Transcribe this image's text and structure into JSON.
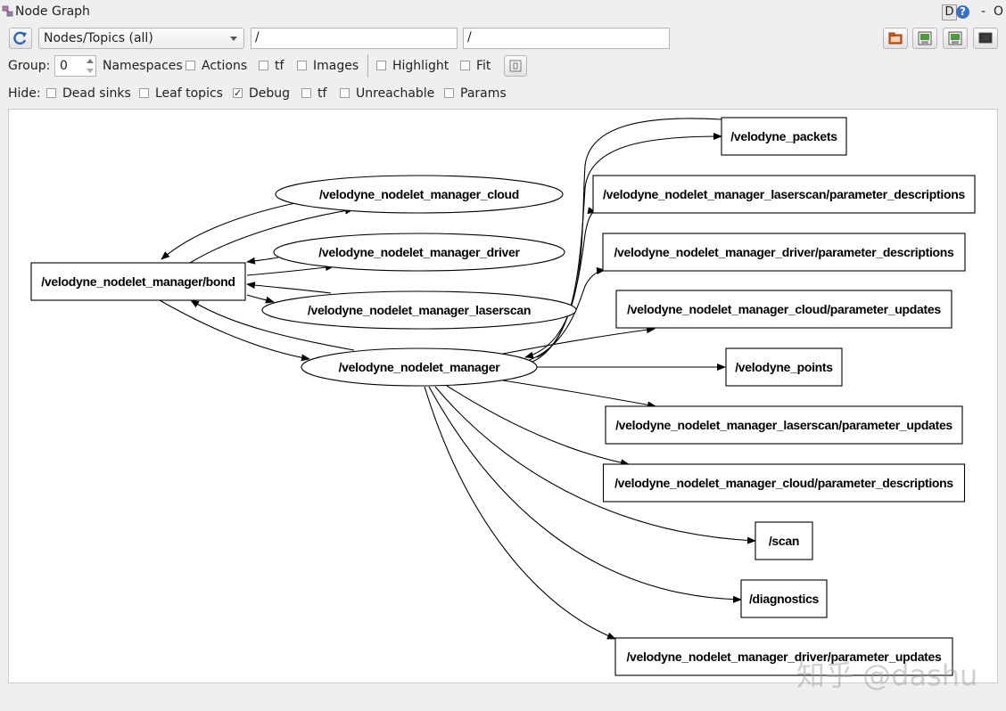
{
  "window": {
    "title": "Node Graph",
    "d_badge": "D",
    "help": "?",
    "minimize": "-",
    "close": "O"
  },
  "toolbar": {
    "graph_type": "Nodes/Topics (all)",
    "node_filter": "/",
    "topic_filter": "/",
    "group_label": "Group:",
    "group_value": "0",
    "namespaces_label": "Namespaces",
    "actions_label": "Actions",
    "tf_label": "tf",
    "images_label": "Images",
    "highlight_label": "Highlight",
    "fit_label": "Fit"
  },
  "hide": {
    "label": "Hide:",
    "dead_sinks": {
      "label": "Dead sinks",
      "checked": false
    },
    "leaf_topics": {
      "label": "Leaf topics",
      "checked": false
    },
    "debug": {
      "label": "Debug",
      "checked": true
    },
    "tf": {
      "label": "tf",
      "checked": false
    },
    "unreachable": {
      "label": "Unreachable",
      "checked": false
    },
    "params": {
      "label": "Params",
      "checked": false
    }
  },
  "graph": {
    "nodes": [
      {
        "id": "cloud",
        "kind": "node",
        "label": "/velodyne_nodelet_manager_cloud"
      },
      {
        "id": "driver",
        "kind": "node",
        "label": "/velodyne_nodelet_manager_driver"
      },
      {
        "id": "laserscan",
        "kind": "node",
        "label": "/velodyne_nodelet_manager_laserscan"
      },
      {
        "id": "manager",
        "kind": "node",
        "label": "/velodyne_nodelet_manager"
      },
      {
        "id": "bond",
        "kind": "topic",
        "label": "/velodyne_nodelet_manager/bond"
      },
      {
        "id": "packets",
        "kind": "topic",
        "label": "/velodyne_packets"
      },
      {
        "id": "ls_desc",
        "kind": "topic",
        "label": "/velodyne_nodelet_manager_laserscan/parameter_descriptions"
      },
      {
        "id": "drv_desc",
        "kind": "topic",
        "label": "/velodyne_nodelet_manager_driver/parameter_descriptions"
      },
      {
        "id": "cloud_upd",
        "kind": "topic",
        "label": "/velodyne_nodelet_manager_cloud/parameter_updates"
      },
      {
        "id": "points",
        "kind": "topic",
        "label": "/velodyne_points"
      },
      {
        "id": "ls_upd",
        "kind": "topic",
        "label": "/velodyne_nodelet_manager_laserscan/parameter_updates"
      },
      {
        "id": "cloud_desc",
        "kind": "topic",
        "label": "/velodyne_nodelet_manager_cloud/parameter_descriptions"
      },
      {
        "id": "scan",
        "kind": "topic",
        "label": "/scan"
      },
      {
        "id": "diag",
        "kind": "topic",
        "label": "/diagnostics"
      },
      {
        "id": "drv_upd",
        "kind": "topic",
        "label": "/velodyne_nodelet_manager_driver/parameter_updates"
      }
    ],
    "edges": [
      [
        "cloud",
        "bond"
      ],
      [
        "bond",
        "cloud"
      ],
      [
        "driver",
        "bond"
      ],
      [
        "bond",
        "driver"
      ],
      [
        "laserscan",
        "bond"
      ],
      [
        "bond",
        "laserscan"
      ],
      [
        "manager",
        "bond"
      ],
      [
        "bond",
        "manager"
      ],
      [
        "manager",
        "packets"
      ],
      [
        "manager",
        "ls_desc"
      ],
      [
        "manager",
        "drv_desc"
      ],
      [
        "manager",
        "cloud_upd"
      ],
      [
        "manager",
        "points"
      ],
      [
        "manager",
        "ls_upd"
      ],
      [
        "manager",
        "cloud_desc"
      ],
      [
        "manager",
        "scan"
      ],
      [
        "manager",
        "diag"
      ],
      [
        "manager",
        "drv_upd"
      ],
      [
        "packets",
        "manager"
      ]
    ]
  },
  "watermark": "知乎 @dashu"
}
